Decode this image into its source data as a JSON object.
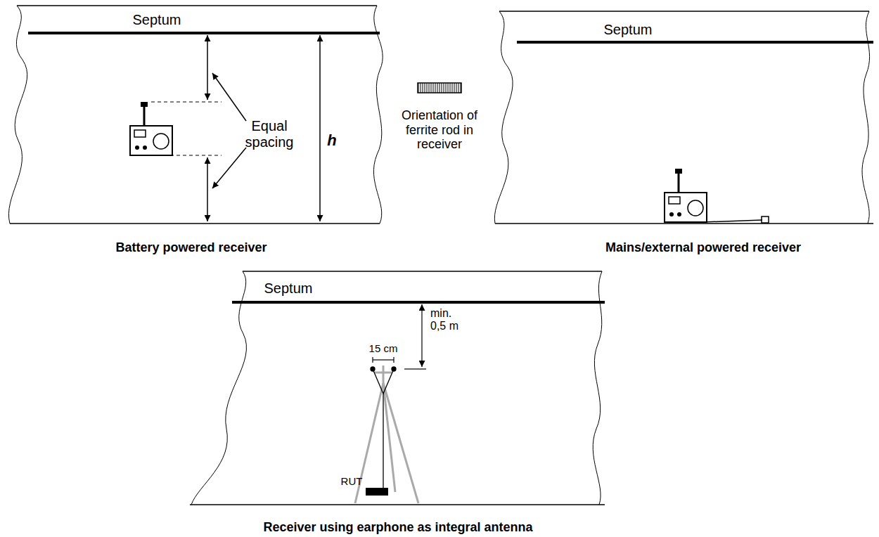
{
  "diagram": {
    "labels": [
      "Septum",
      "Equal spacing",
      "h",
      "Battery powered receiver",
      "Orientation of ferrite rod in receiver",
      "Septum",
      "Mains/external powered receiver",
      "Septum",
      "min. 0,5 m",
      "15 cm",
      "RUT",
      "Receiver using earphone as integral antenna"
    ]
  }
}
